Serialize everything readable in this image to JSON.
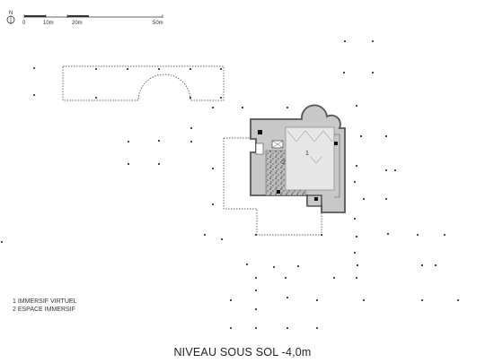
{
  "north": {
    "label": "N"
  },
  "scale_bar": {
    "ticks": [
      "0",
      "10m",
      "20m",
      "50m"
    ]
  },
  "plan_labels": {
    "room_1": "1",
    "room_2": "2"
  },
  "legend": {
    "items": [
      {
        "text": "1 IMMERSIF VIRTUEL"
      },
      {
        "text": "2 ESPACE IMMERSIF"
      }
    ]
  },
  "title": "NIVEAU SOUS SOL -4,0m",
  "colors": {
    "building_fill": "#c8c8c8",
    "wall": "#555555",
    "pattern": "#7a7a7a"
  }
}
